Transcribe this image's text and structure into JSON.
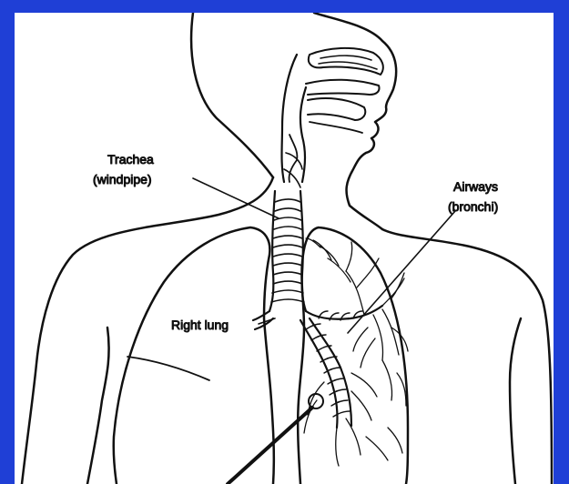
{
  "colors": {
    "frame": "#1f3fd6",
    "background": "#ffffff",
    "ink": "#111111"
  },
  "labels": {
    "trachea_line1": "Trachea",
    "trachea_line2": "(windpipe)",
    "airways_line1": "Airways",
    "airways_line2": "(bronchi)",
    "right_lung": "Right lung"
  }
}
